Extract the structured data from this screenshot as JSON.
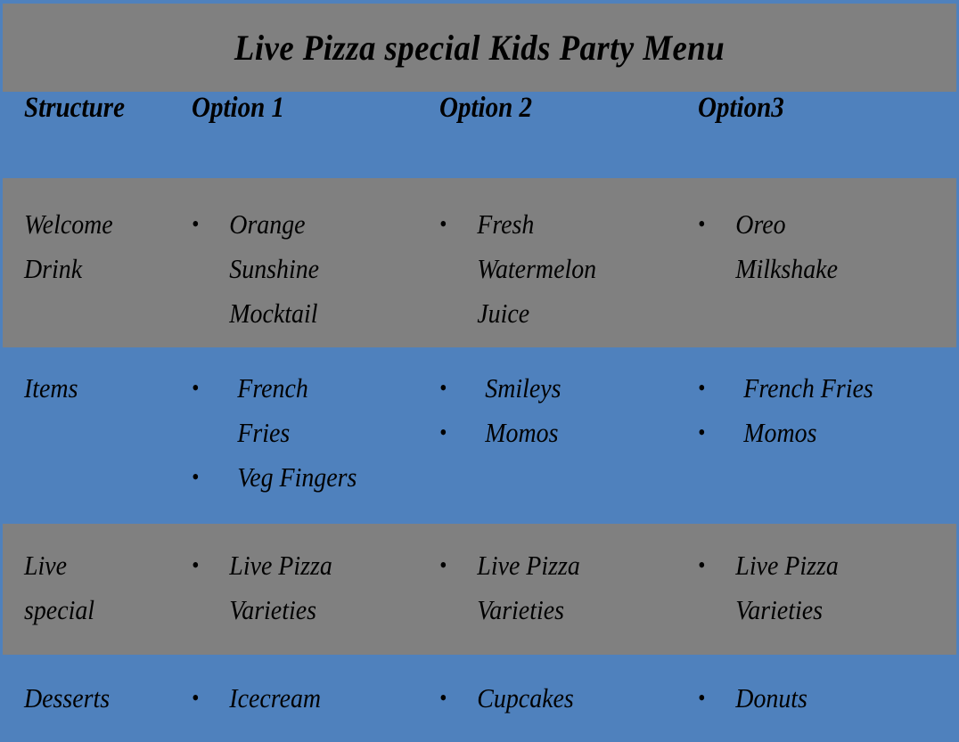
{
  "title": "Live Pizza special Kids Party Menu",
  "colors": {
    "header_blue": "#4f81bd",
    "band_gray": "#808080",
    "text": "#000000",
    "border": "#4f81bd"
  },
  "bullet_glyph": "•",
  "columns": [
    {
      "key": "structure",
      "label": "Structure"
    },
    {
      "key": "option1",
      "label": "Option 1"
    },
    {
      "key": "option2",
      "label": "Option 2"
    },
    {
      "key": "option3",
      "label": "Option3"
    }
  ],
  "rows": [
    {
      "band": "gray",
      "structure": "Welcome\nDrink",
      "option1": [
        {
          "line1": "Orange",
          "line2": "Sunshine",
          "line3": "Mocktail"
        }
      ],
      "option2": [
        {
          "line1": "Fresh",
          "line2": "Watermelon",
          "line3": "Juice"
        }
      ],
      "option3": [
        {
          "line1": "Oreo",
          "line2": "Milkshake",
          "line3": ""
        }
      ]
    },
    {
      "band": "blue",
      "structure": "Items",
      "option1": [
        {
          "line1": "French",
          "line2": "Fries"
        },
        {
          "line1": "Veg Fingers"
        }
      ],
      "option2": [
        {
          "line1": "Smileys"
        },
        {
          "line1": "Momos"
        }
      ],
      "option3": [
        {
          "line1": "French Fries"
        },
        {
          "line1": "Momos"
        }
      ]
    },
    {
      "band": "gray",
      "structure": "Live\nspecial",
      "option1": [
        {
          "line1": "Live Pizza",
          "line2": "Varieties"
        }
      ],
      "option2": [
        {
          "line1": "Live Pizza",
          "line2": "Varieties"
        }
      ],
      "option3": [
        {
          "line1": "Live Pizza",
          "line2": "Varieties"
        }
      ]
    },
    {
      "band": "blue",
      "structure": "Desserts",
      "option1": [
        {
          "line1": "Icecream"
        }
      ],
      "option2": [
        {
          "line1": "Cupcakes"
        }
      ],
      "option3": [
        {
          "line1": "Donuts"
        }
      ]
    }
  ]
}
